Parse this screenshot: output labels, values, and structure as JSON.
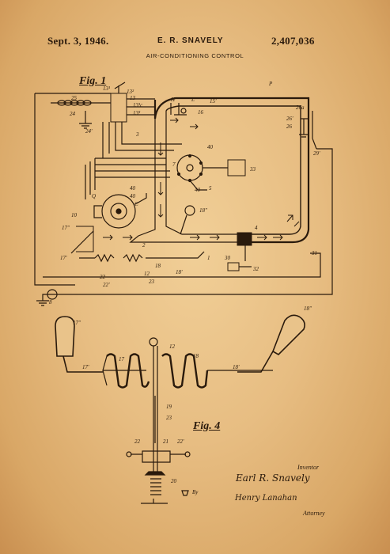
{
  "header": {
    "date": "Sept. 3, 1946.",
    "inventor_name": "E. R. SNAVELY",
    "patent_number": "2,407,036",
    "title": "AIR-CONDITIONING CONTROL"
  },
  "figures": {
    "fig1": "Fig. 1",
    "fig4": "Fig. 4"
  },
  "signatures": {
    "inventor_label": "Inventor",
    "inventor_signature": "Earl R. Snavely",
    "by_label": "By",
    "attorney_signature": "Henry Lanahan",
    "attorney_label": "Attorney"
  },
  "labels": {
    "l13a": "13¹",
    "l13b": "13",
    "l13c": "13²",
    "l13d": "13³",
    "l13e": "13¹c",
    "l25": "25",
    "l24": "24",
    "l24p": "24'",
    "lP": "P",
    "lH": "H",
    "lL": "L",
    "l15p": "15'",
    "l16": "16",
    "l26a": "26a",
    "l26p": "26'",
    "l26": "26",
    "l29": "29'",
    "l3": "3",
    "l40a": "40",
    "l7": "7",
    "l40b": "40",
    "l5": "5",
    "l33": "33",
    "l40c": "40",
    "l40d": "40",
    "lC": "C",
    "lQ": "Q",
    "l18pp": "18''",
    "l10": "10",
    "l17pp": "17''",
    "l2": "2",
    "l17p": "17'",
    "l4": "4",
    "l30": "30",
    "l32": "32",
    "l31": "31",
    "l1": "1",
    "l18p": "18'",
    "l22": "22",
    "l22p": "22'",
    "l23": "23",
    "l12": "12",
    "l18": "18",
    "l8": "8",
    "f4_17pp": "17''",
    "f4_18pp": "18''",
    "f4_12": "12",
    "f4_17": "17",
    "f4_18": "18",
    "f4_17p": "17'",
    "f4_18p": "18'",
    "f4_19": "19",
    "f4_23": "23",
    "f4_22": "22",
    "f4_21": "21",
    "f4_22p": "22'",
    "f4_20": "20"
  }
}
